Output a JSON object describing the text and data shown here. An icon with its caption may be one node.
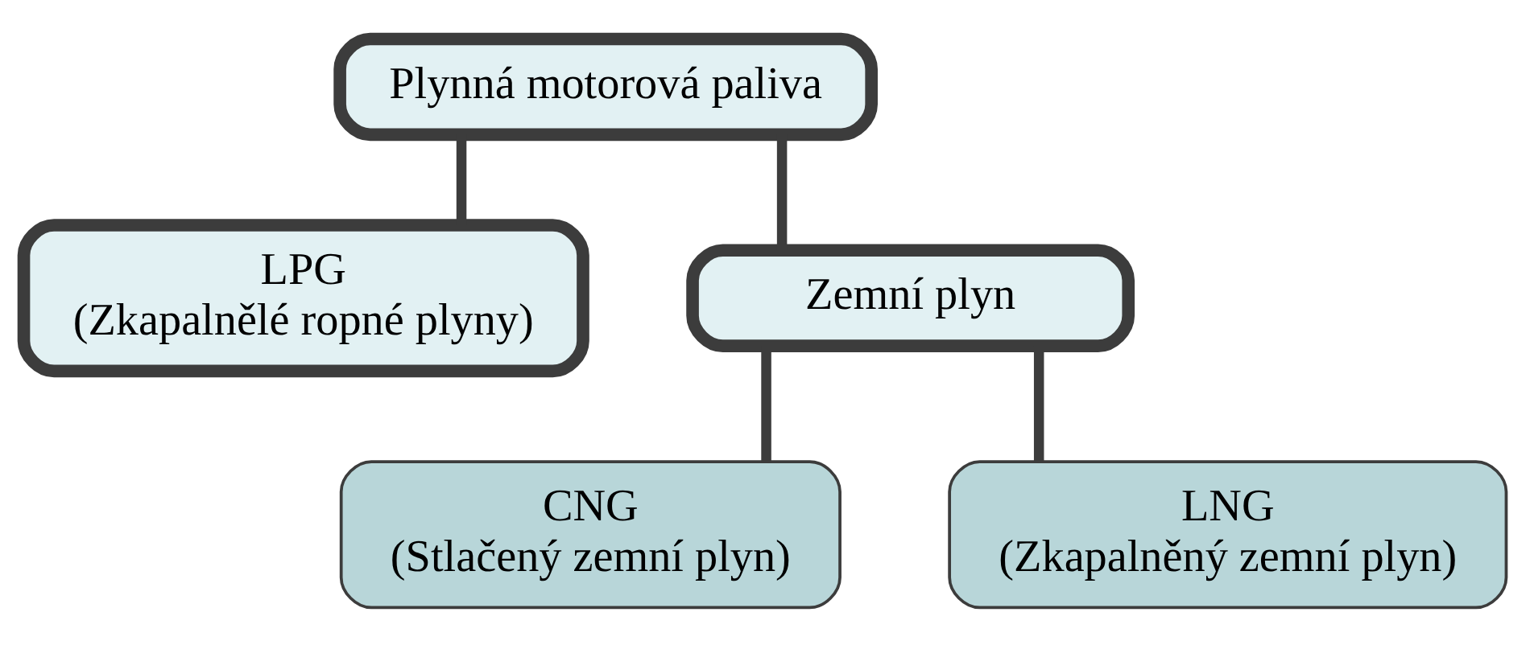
{
  "diagram": {
    "nodes": [
      {
        "text": [
          "Plynná motorová paliva"
        ]
      },
      {
        "text": [
          "LPG",
          "(Zkapalnělé ropné plyny)"
        ]
      },
      {
        "text": [
          "Zemní plyn"
        ]
      },
      {
        "text": [
          "CNG",
          "(Stlačený zemní plyn)"
        ]
      },
      {
        "text": [
          "LNG",
          "(Zkapalněný zemní plyn)"
        ]
      }
    ],
    "edges": [
      {
        "from": 0,
        "to": 1,
        "arrow": "none"
      },
      {
        "from": 0,
        "to": 2,
        "arrow": "none"
      },
      {
        "from": 2,
        "to": 3,
        "arrow": "none"
      },
      {
        "from": 2,
        "to": 4,
        "arrow": "none"
      }
    ]
  }
}
